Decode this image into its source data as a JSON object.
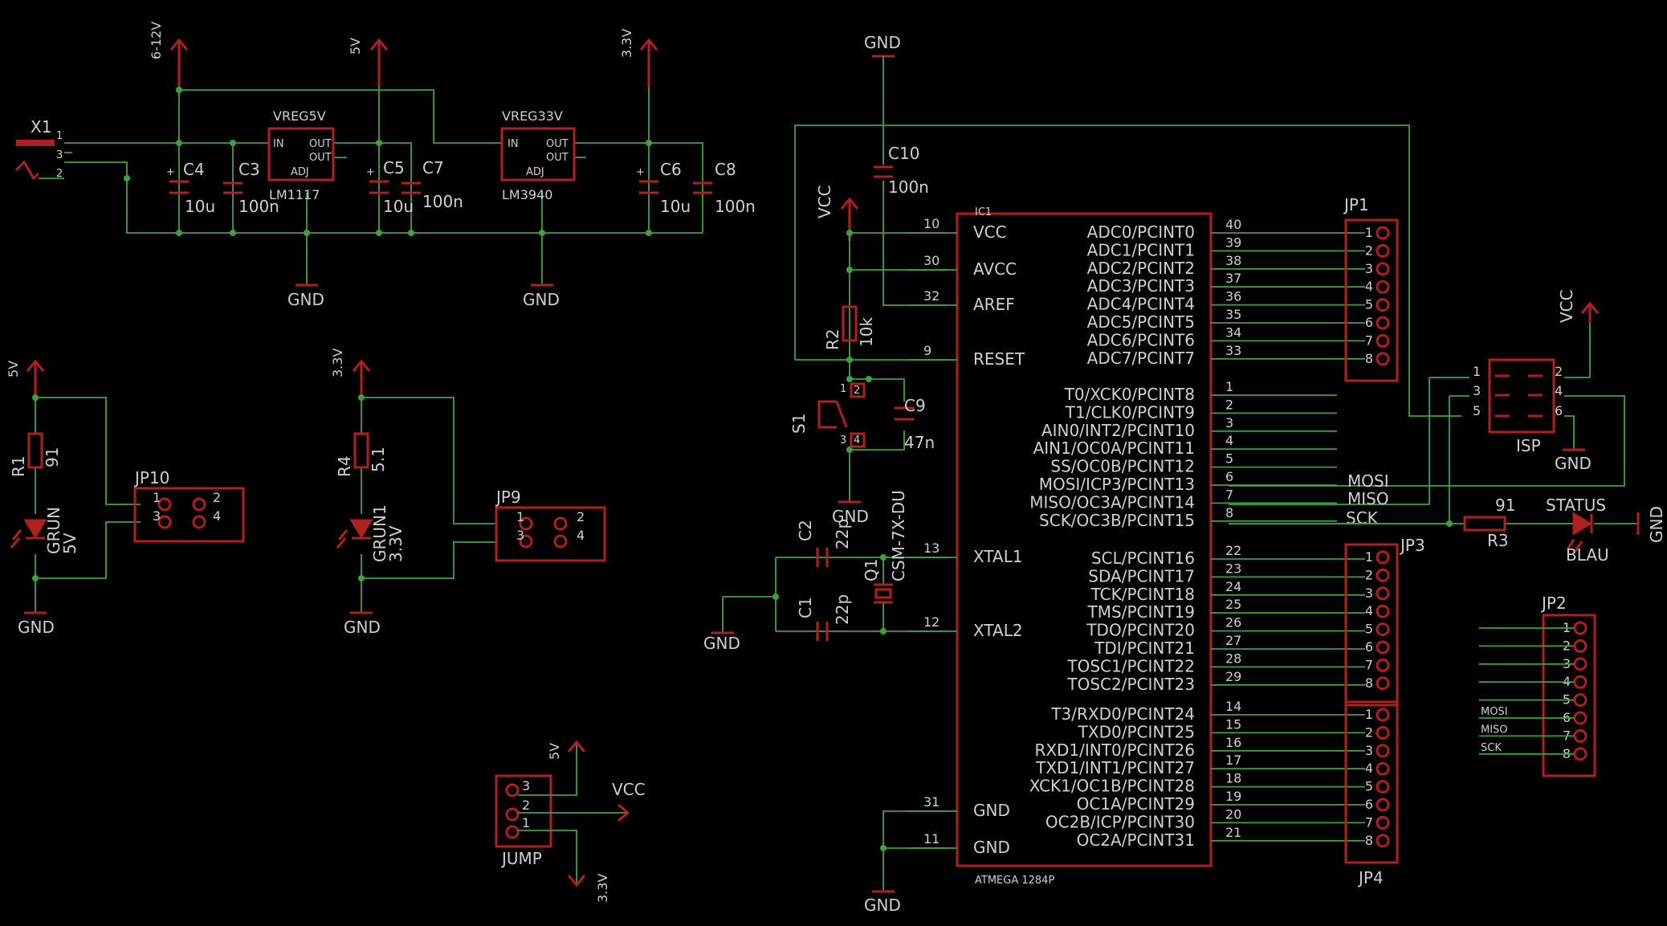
{
  "rails": {
    "in_supply": "6-12V",
    "v5": "5V",
    "v33": "3.3V",
    "vcc": "VCC",
    "gnd": "GND"
  },
  "regulators": [
    {
      "ref": "VREG5V",
      "part": "LM1117",
      "pins": [
        "IN",
        "OUT",
        "OUT",
        "ADJ"
      ]
    },
    {
      "ref": "VREG33V",
      "part": "LM3940",
      "pins": [
        "IN",
        "OUT",
        "OUT",
        "ADJ"
      ]
    }
  ],
  "connector_x1": {
    "ref": "X1",
    "pins": [
      "1",
      "3",
      "2"
    ]
  },
  "caps": [
    {
      "ref": "C4",
      "val": "10u"
    },
    {
      "ref": "C3",
      "val": "100n"
    },
    {
      "ref": "C5",
      "val": "10u"
    },
    {
      "ref": "C7",
      "val": "100n"
    },
    {
      "ref": "C6",
      "val": "10u"
    },
    {
      "ref": "C8",
      "val": "100n"
    },
    {
      "ref": "C10",
      "val": "100n"
    },
    {
      "ref": "C9",
      "val": "47n"
    },
    {
      "ref": "C2",
      "val": "22p"
    },
    {
      "ref": "C1",
      "val": "22p"
    }
  ],
  "resistors": [
    {
      "ref": "R1",
      "val": "91"
    },
    {
      "ref": "R4",
      "val": "5.1"
    },
    {
      "ref": "R2",
      "val": "10k"
    },
    {
      "ref": "R3",
      "val": "91"
    }
  ],
  "leds": [
    {
      "ref": "GRUN",
      "val": "5V"
    },
    {
      "ref": "GRUN1",
      "val": "3.3V"
    },
    {
      "ref": "STATUS",
      "val": "BLAU"
    }
  ],
  "switch_s1": {
    "ref": "S1",
    "pins": [
      "1",
      "2",
      "3",
      "4"
    ]
  },
  "crystal": {
    "ref": "Q1",
    "val": "CSM-7X-DU"
  },
  "headers_2x2": [
    {
      "ref": "JP10",
      "pins": [
        "1",
        "2",
        "3",
        "4"
      ]
    },
    {
      "ref": "JP9",
      "pins": [
        "1",
        "2",
        "3",
        "4"
      ]
    }
  ],
  "jumper": {
    "ref": "JUMP",
    "pins": [
      "3",
      "2",
      "1"
    ]
  },
  "isp": {
    "ref": "ISP",
    "pins": [
      "1",
      "2",
      "3",
      "4",
      "5",
      "6"
    ]
  },
  "signals": {
    "mosi": "MOSI",
    "miso": "MISO",
    "sck": "SCK"
  },
  "ic": {
    "ref": "IC1",
    "part": "ATMEGA 1284P",
    "left_pins": [
      {
        "num": "10",
        "name": "VCC"
      },
      {
        "num": "30",
        "name": "AVCC"
      },
      {
        "num": "32",
        "name": "AREF"
      },
      {
        "num": "9",
        "name": "RESET"
      },
      {
        "num": "13",
        "name": "XTAL1"
      },
      {
        "num": "12",
        "name": "XTAL2"
      },
      {
        "num": "31",
        "name": "GND"
      },
      {
        "num": "11",
        "name": "GND"
      }
    ],
    "right_pins": [
      {
        "num": "40",
        "name": "ADC0/PCINT0"
      },
      {
        "num": "39",
        "name": "ADC1/PCINT1"
      },
      {
        "num": "38",
        "name": "ADC2/PCINT2"
      },
      {
        "num": "37",
        "name": "ADC3/PCINT3"
      },
      {
        "num": "36",
        "name": "ADC4/PCINT4"
      },
      {
        "num": "35",
        "name": "ADC5/PCINT5"
      },
      {
        "num": "34",
        "name": "ADC6/PCINT6"
      },
      {
        "num": "33",
        "name": "ADC7/PCINT7"
      },
      {
        "num": "1",
        "name": "T0/XCK0/PCINT8"
      },
      {
        "num": "2",
        "name": "T1/CLK0/PCINT9"
      },
      {
        "num": "3",
        "name": "AIN0/INT2/PCINT10"
      },
      {
        "num": "4",
        "name": "AIN1/OC0A/PCINT11"
      },
      {
        "num": "5",
        "name": "SS/OC0B/PCINT12"
      },
      {
        "num": "6",
        "name": "MOSI/ICP3/PCINT13"
      },
      {
        "num": "7",
        "name": "MISO/OC3A/PCINT14"
      },
      {
        "num": "8",
        "name": "SCK/OC3B/PCINT15"
      },
      {
        "num": "22",
        "name": "SCL/PCINT16"
      },
      {
        "num": "23",
        "name": "SDA/PCINT17"
      },
      {
        "num": "24",
        "name": "TCK/PCINT18"
      },
      {
        "num": "25",
        "name": "TMS/PCINT19"
      },
      {
        "num": "26",
        "name": "TDO/PCINT20"
      },
      {
        "num": "27",
        "name": "TDI/PCINT21"
      },
      {
        "num": "28",
        "name": "TOSC1/PCINT22"
      },
      {
        "num": "29",
        "name": "TOSC2/PCINT23"
      },
      {
        "num": "14",
        "name": "T3/RXD0/PCINT24"
      },
      {
        "num": "15",
        "name": "TXD0/PCINT25"
      },
      {
        "num": "16",
        "name": "RXD1/INT0/PCINT26"
      },
      {
        "num": "17",
        "name": "TXD1/INT1/PCINT27"
      },
      {
        "num": "18",
        "name": "XCK1/OC1B/PCINT28"
      },
      {
        "num": "19",
        "name": "OC1A/PCINT29"
      },
      {
        "num": "20",
        "name": "OC2B/ICP/PCINT30"
      },
      {
        "num": "21",
        "name": "OC2A/PCINT31"
      }
    ]
  },
  "headers_1x8": [
    {
      "ref": "JP1",
      "pins": [
        "1",
        "2",
        "3",
        "4",
        "5",
        "6",
        "7",
        "8"
      ]
    },
    {
      "ref": "JP3",
      "pins": [
        "1",
        "2",
        "3",
        "4",
        "5",
        "6",
        "7",
        "8"
      ]
    },
    {
      "ref": "JP4",
      "pins": [
        "1",
        "2",
        "3",
        "4",
        "5",
        "6",
        "7",
        "8"
      ]
    },
    {
      "ref": "JP2",
      "pins": [
        "1",
        "2",
        "3",
        "4",
        "5",
        "6",
        "7",
        "8"
      ],
      "net_labels": [
        "",
        "",
        "",
        "",
        "",
        "MOSI",
        "MISO",
        "SCK"
      ]
    }
  ]
}
